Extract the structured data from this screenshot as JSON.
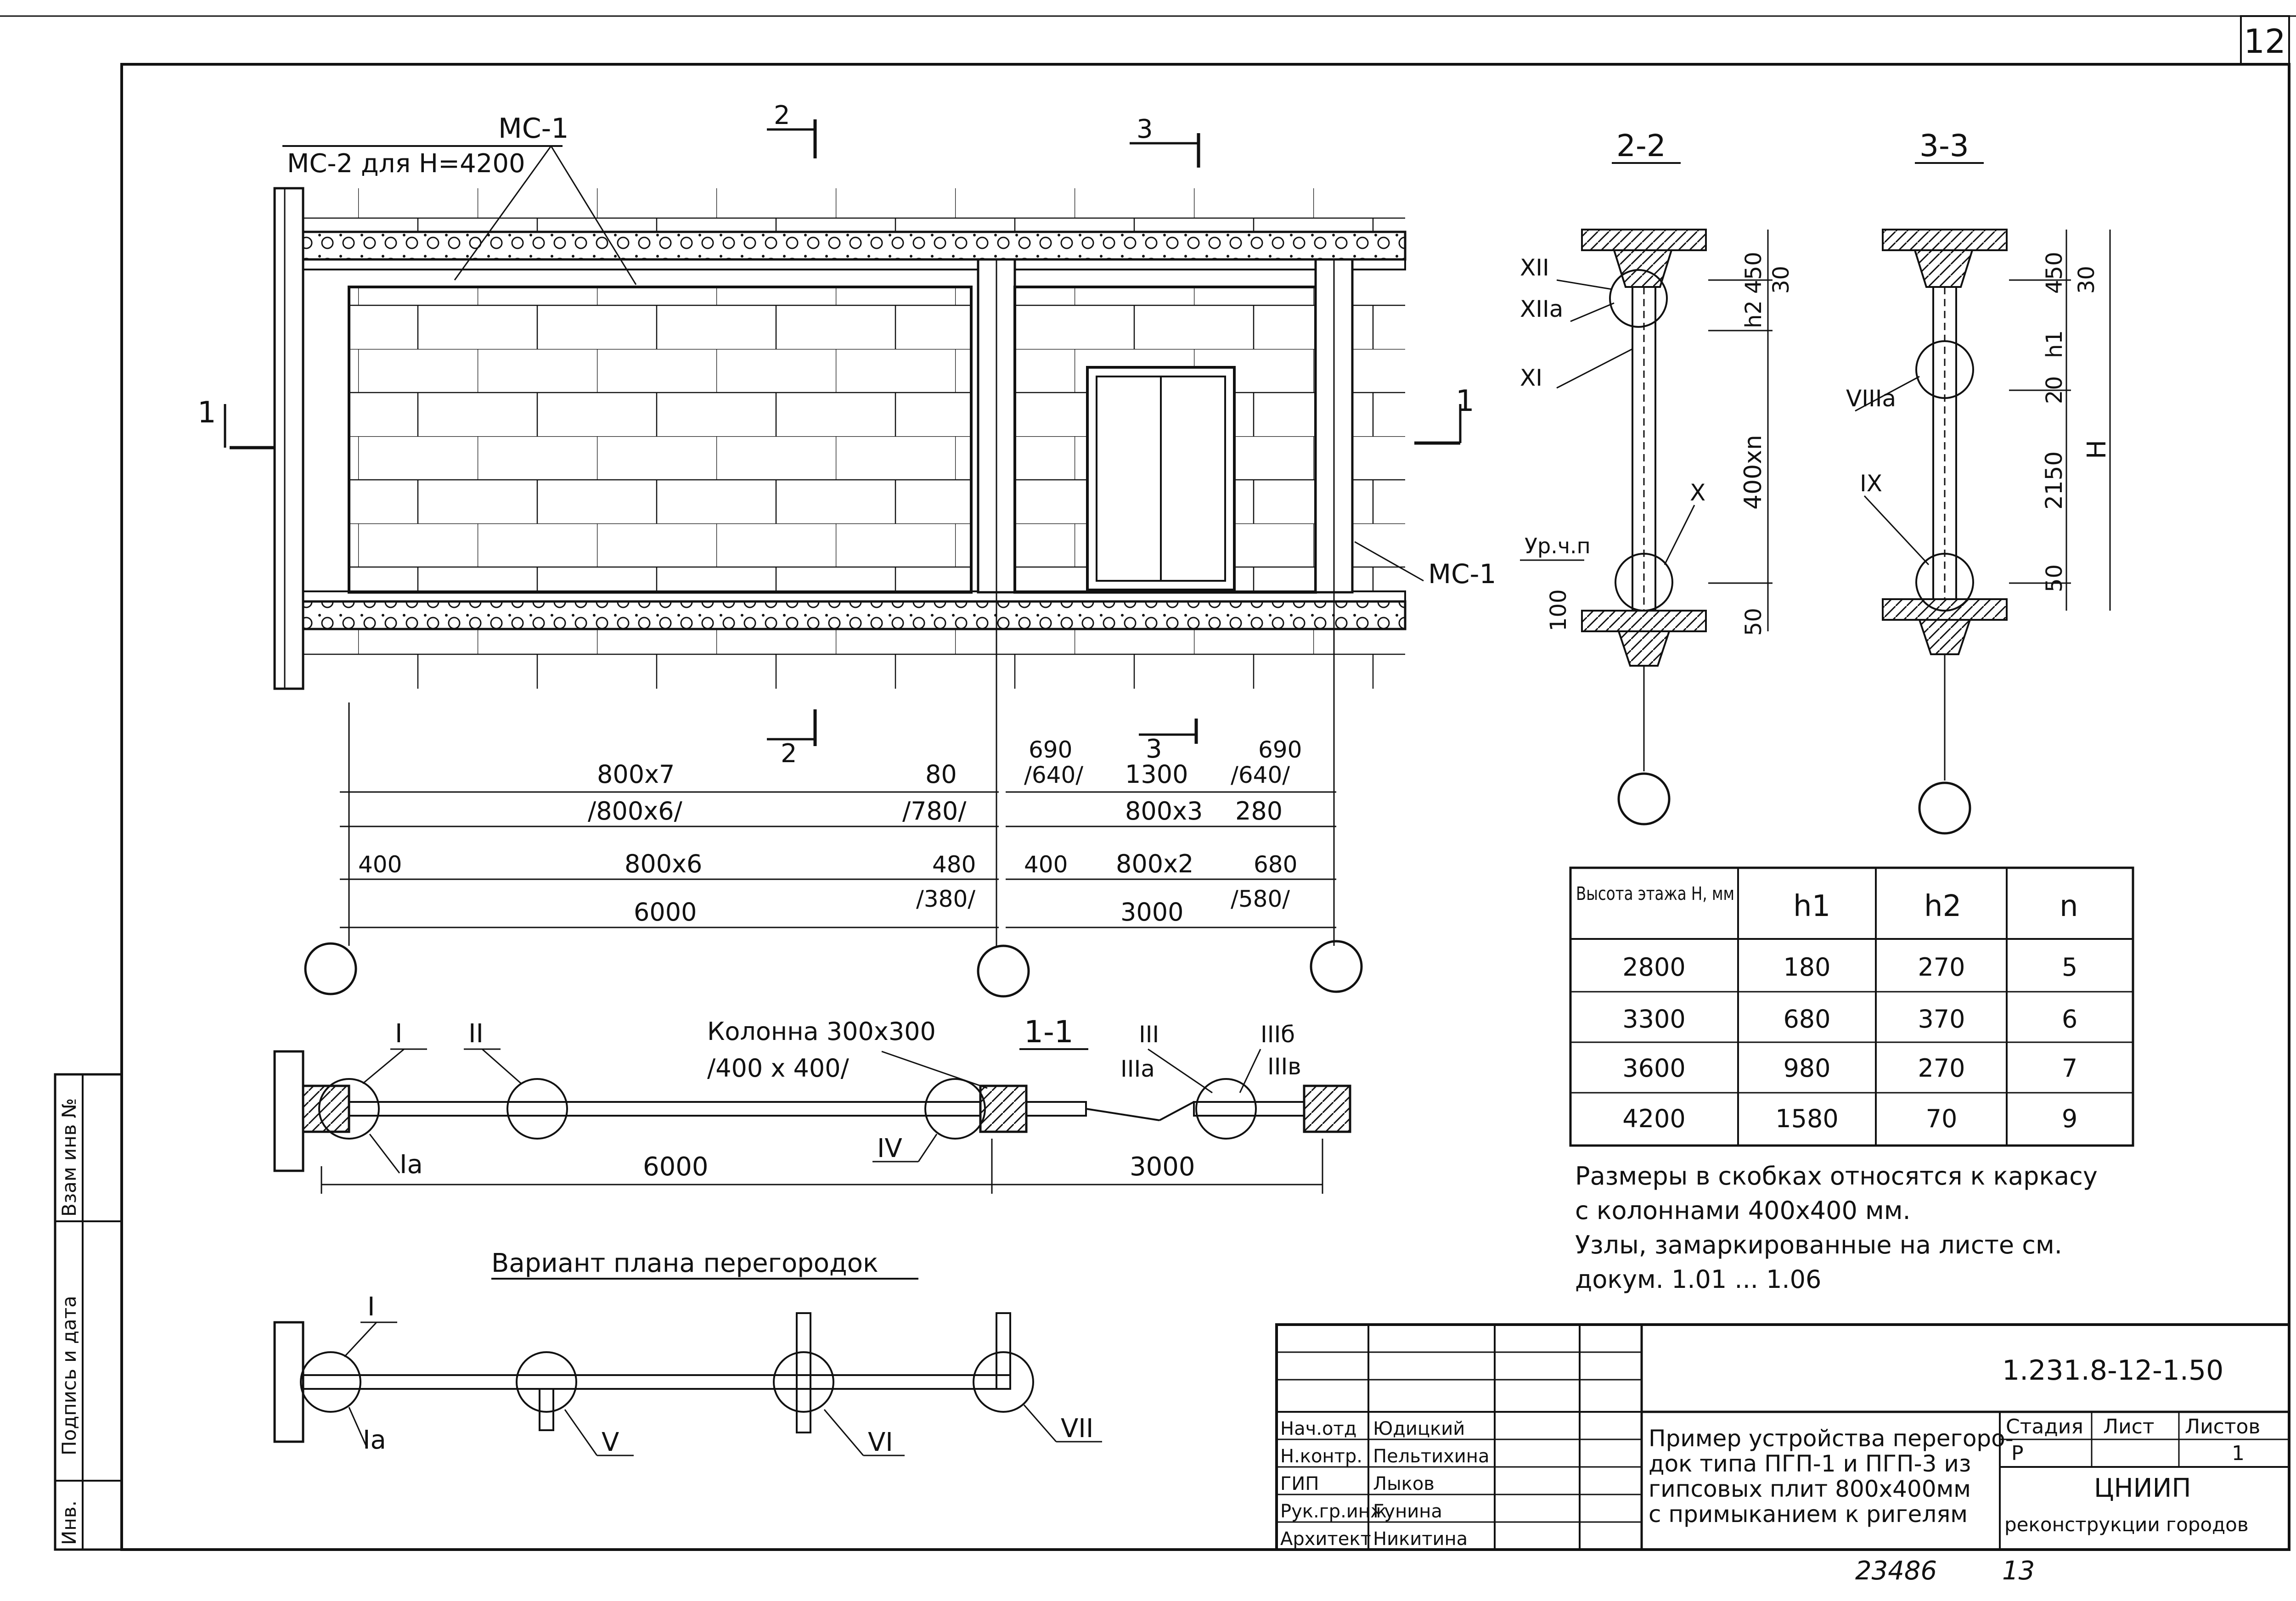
{
  "sheet": {
    "page_number": "12",
    "archive_number": "23486",
    "copy_number": "13"
  },
  "elevation": {
    "ms1_label": "МС-1",
    "ms2_label": "МС-2 для Н=4200",
    "ms1_right_label": "МС-1",
    "section_mark_2": "2",
    "section_mark_3": "3",
    "section_mark_1": "1",
    "dims": {
      "row1_left": "800x7",
      "row1_right": "80",
      "row2_left": "/800x6/",
      "row2_right": "/780/",
      "row3_lead": "400",
      "row3_mid": "800x6",
      "row3_a": "480",
      "row3_b": "/380/",
      "row4_total": "6000",
      "r_row1_a": "690",
      "r_row1_b": "/640/",
      "r_row1_mid": "1300",
      "r_row1_c": "690",
      "r_row1_d": "/640/",
      "r_row2_mid": "800x3",
      "r_row2_right": "280",
      "r_row3_lead": "400",
      "r_row3_mid": "800x2",
      "r_row3_a": "680",
      "r_row3_b": "/580/",
      "r_row4_total": "3000"
    }
  },
  "section_2_2": {
    "title": "2-2",
    "node_xii": "XII",
    "node_xiia": "XIIa",
    "node_xi": "XI",
    "node_x": "X",
    "level_label": "Ур.ч.п",
    "dim_450": "450",
    "dim_30": "30",
    "dim_h2": "h2",
    "dim_400n": "400xn",
    "dim_50": "50",
    "dim_100": "100"
  },
  "section_3_3": {
    "title": "3-3",
    "node_viiia": "VIIIa",
    "node_ix": "IX",
    "dim_450": "450",
    "dim_30": "30",
    "dim_h1": "h1",
    "dim_20": "20",
    "dim_2150": "2150",
    "dim_H": "H",
    "dim_50": "50"
  },
  "table": {
    "headers": [
      "Высота этажа Н, мм",
      "h1",
      "h2",
      "n"
    ],
    "rows": [
      [
        "2800",
        "180",
        "270",
        "5"
      ],
      [
        "3300",
        "680",
        "370",
        "6"
      ],
      [
        "3600",
        "980",
        "270",
        "7"
      ],
      [
        "4200",
        "1580",
        "70",
        "9"
      ]
    ]
  },
  "notes": {
    "line1": "Размеры в скобках относятся к каркасу",
    "line2": "с колоннами 400x400 мм.",
    "line3": "Узлы, замаркированные на листе см.",
    "line4": "докум. 1.01 ... 1.06"
  },
  "plan_1_1": {
    "title": "1-1",
    "column_label": "Колонна 300x300",
    "column_label_alt": "/400 x 400/",
    "node_i": "I",
    "node_ia": "Ia",
    "node_ii": "II",
    "node_iv": "IV",
    "node_iii": "III",
    "node_iiia": "IIIa",
    "node_iiib": "IIIб",
    "node_iiiv": "IIIв",
    "dim_6000": "6000",
    "dim_3000": "3000"
  },
  "variant_plan": {
    "title": "Вариант плана перегородок",
    "node_i": "I",
    "node_ia": "Ia",
    "node_v": "V",
    "node_vi": "VI",
    "node_vii": "VII"
  },
  "side_stamp": {
    "cell1": "Инв.",
    "cell2": "Подпись и дата",
    "cell3": "Взам инв №"
  },
  "title_block": {
    "doc_code": "1.231.8-12-1.50",
    "title": "Пример устройства перегородок типа ПГП-1 и ПГП-3 из гипсовых плит 800x400мм с примыканием к ригелям",
    "title_lines": [
      "Пример устройства перегоро-",
      "док типа ПГП-1 и ПГП-3 из",
      "гипсовых плит 800x400мм",
      "с примыканием к ригелям"
    ],
    "stage_header": "Стадия",
    "sheet_header": "Лист",
    "sheets_header": "Листов",
    "stage_value": "Р",
    "sheets_value": "1",
    "org_line1": "ЦНИИП",
    "org_line2": "реконструкции городов",
    "roles": [
      {
        "role": "Нач.отд",
        "name": "Юдицкий"
      },
      {
        "role": "Н.контр.",
        "name": "Пельтихина"
      },
      {
        "role": "ГИП",
        "name": "Лыков"
      },
      {
        "role": "Рук.гр.инж",
        "name": "Гунина"
      },
      {
        "role": "Архитект",
        "name": "Никитина"
      }
    ]
  }
}
